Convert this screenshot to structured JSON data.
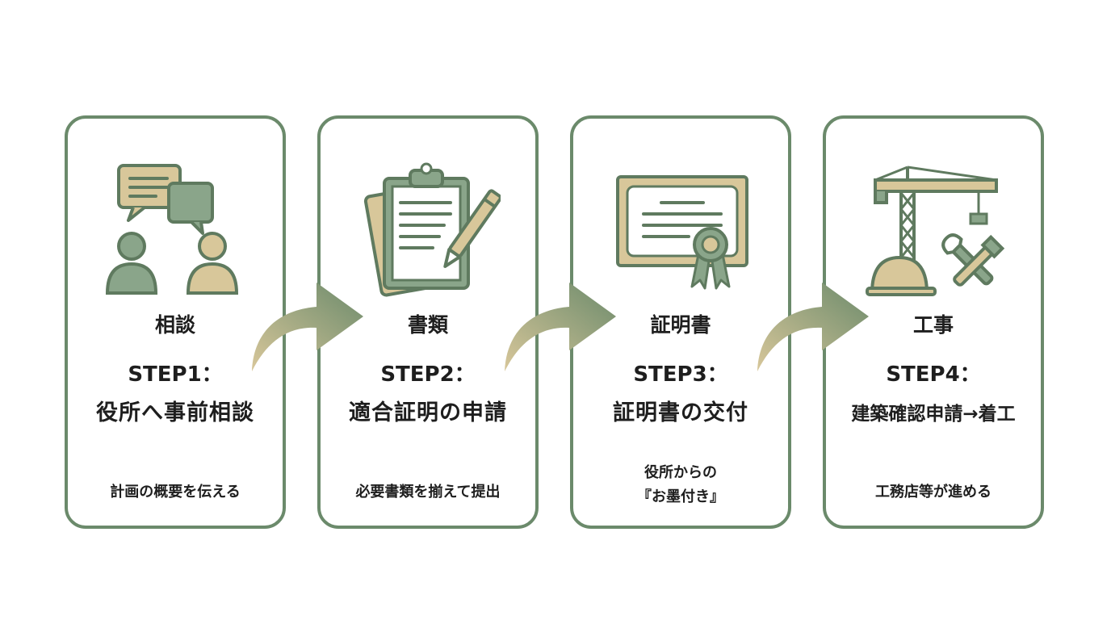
{
  "steps": [
    {
      "category": "相談",
      "step": "STEP1：",
      "title": "役所へ事前相談",
      "desc": [
        "計画の概要を伝える"
      ],
      "icon": "consultation-icon"
    },
    {
      "category": "書類",
      "step": "STEP2：",
      "title": "適合証明の申請",
      "desc": [
        "必要書類を揃えて提出"
      ],
      "icon": "clipboard-pen-icon"
    },
    {
      "category": "証明書",
      "step": "STEP3：",
      "title": "証明書の交付",
      "desc": [
        "役所からの",
        "『お墨付き』"
      ],
      "icon": "certificate-icon"
    },
    {
      "category": "工事",
      "step": "STEP4：",
      "title": "建築確認申請→着工",
      "desc": [
        "工務店等が進める"
      ],
      "icon": "construction-crane-icon"
    }
  ],
  "colors": {
    "border": "#6b8a6b",
    "green": "#8aa58a",
    "tan": "#d8c79a",
    "dark_outline": "#5f7a5f"
  }
}
